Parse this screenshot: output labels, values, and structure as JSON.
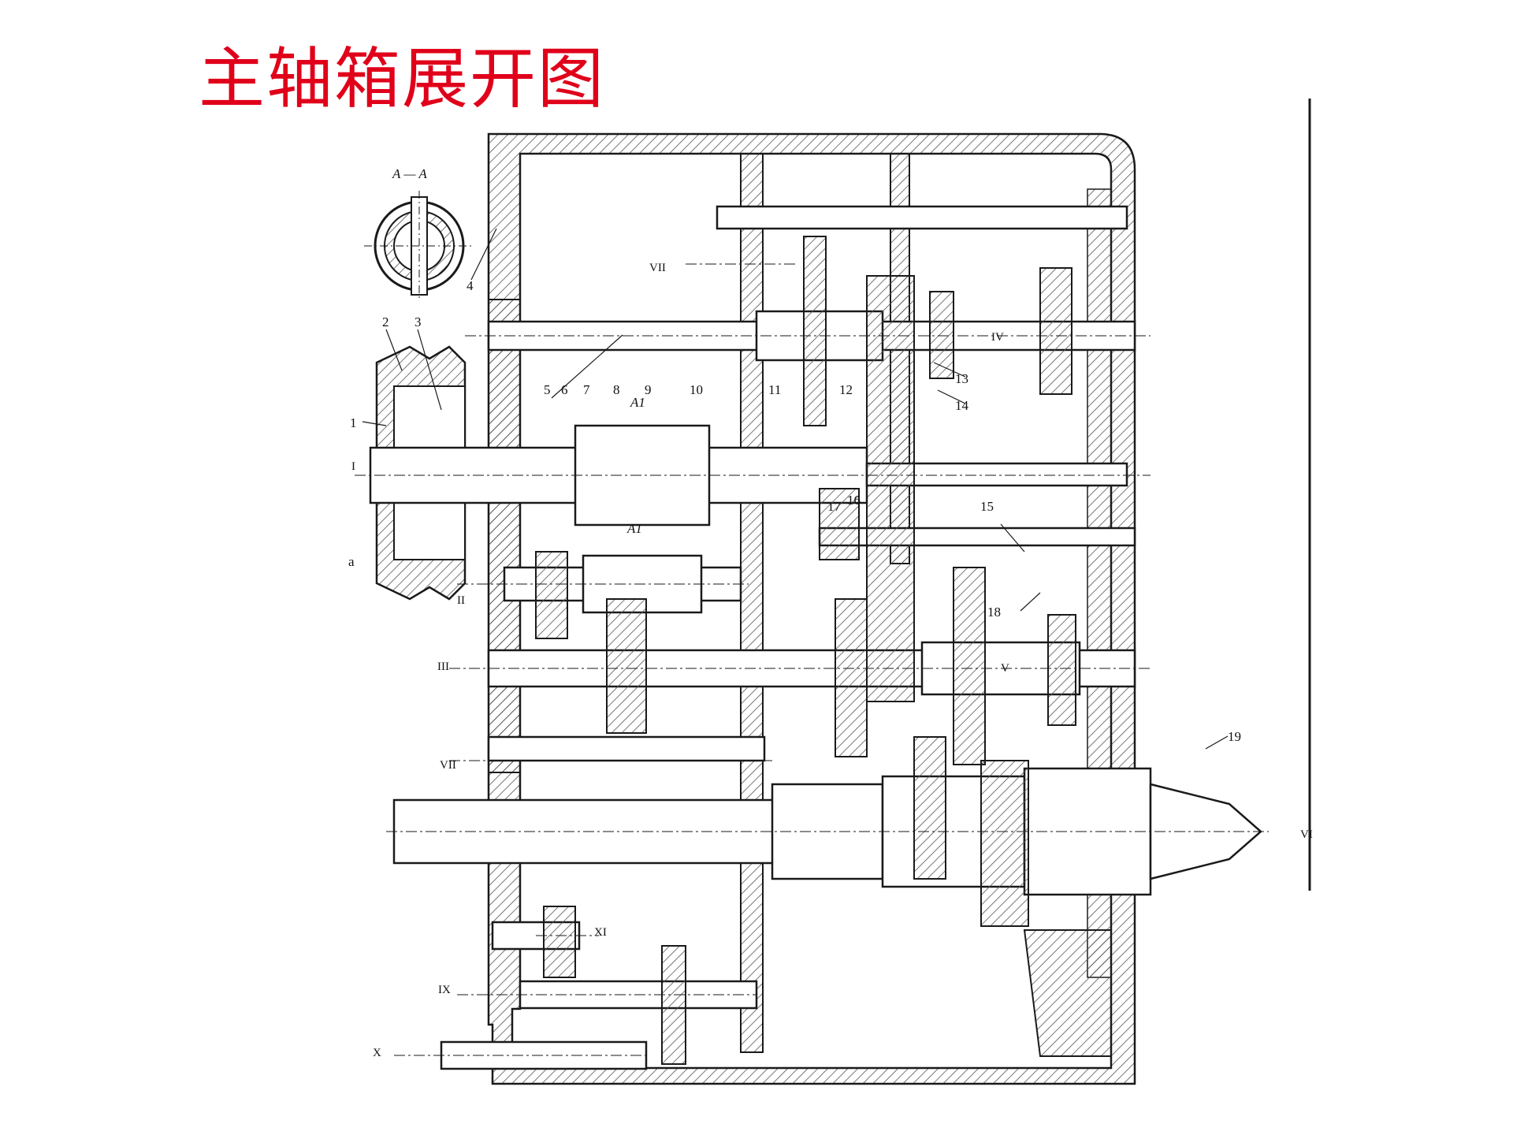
{
  "title": "主轴箱展开图",
  "colors": {
    "title": "#e0001a",
    "ink": "#1a1a1a",
    "hatch": "#555555"
  },
  "section_label": "A — A",
  "part_numbers": [
    "1",
    "2",
    "3",
    "4",
    "5",
    "6",
    "7",
    "8",
    "9",
    "10",
    "11",
    "12",
    "13",
    "14",
    "15",
    "16",
    "17",
    "18",
    "19"
  ],
  "point_labels": [
    "a",
    "A1",
    "A1"
  ],
  "shaft_labels": [
    "I",
    "II",
    "III",
    "IV",
    "V",
    "VI",
    "VII",
    "VII",
    "IX",
    "X",
    "XI"
  ]
}
